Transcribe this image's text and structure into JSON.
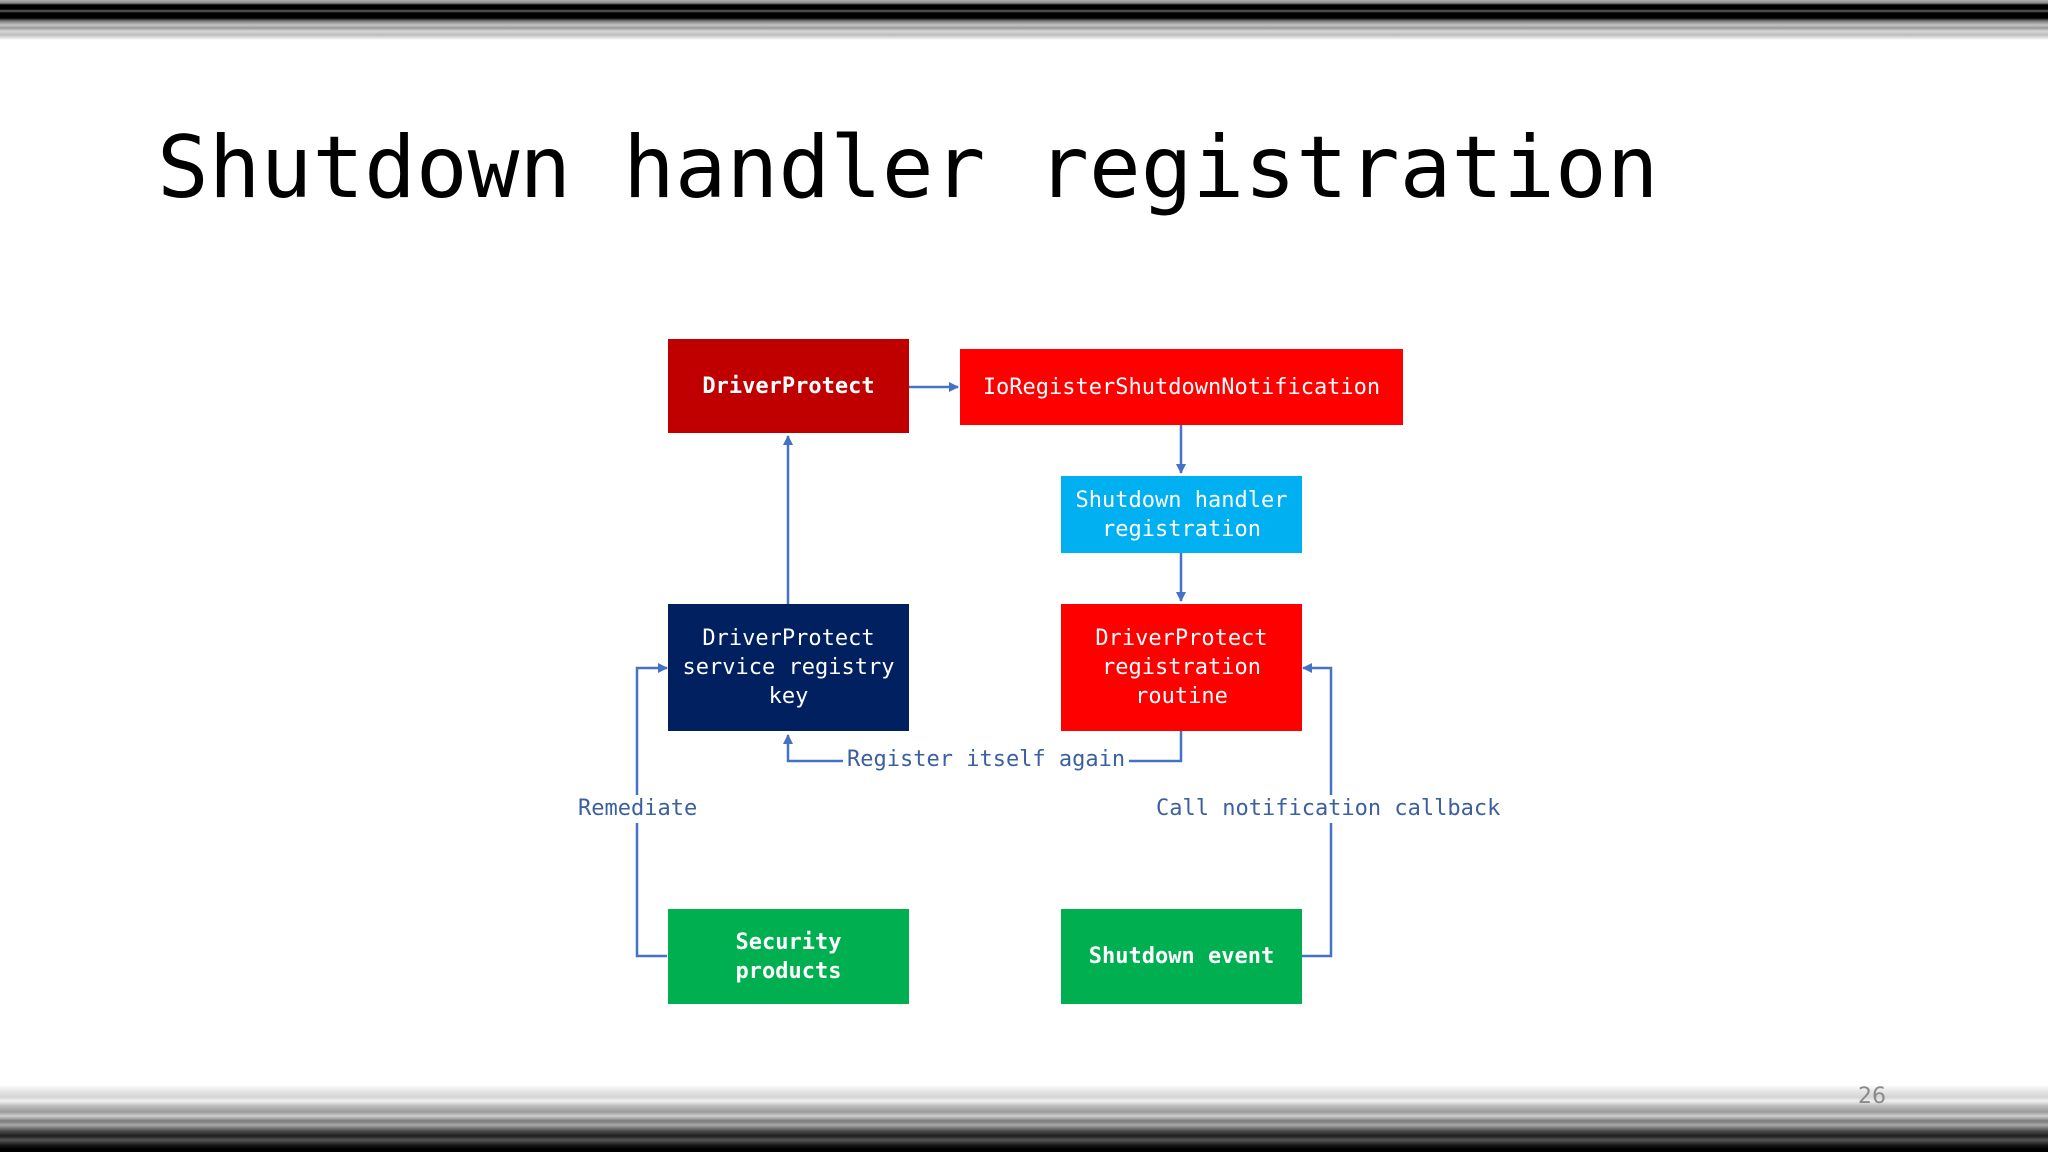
{
  "slide": {
    "title": "Shutdown handler registration",
    "page_number": "26"
  },
  "diagram": {
    "nodes": {
      "driver_protect": {
        "label": "DriverProtect",
        "color": "#c00000"
      },
      "io_register": {
        "label": "IoRegisterShutdownNotification",
        "color": "#ff0000"
      },
      "shutdown_handler": {
        "label": "Shutdown handler\nregistration",
        "color": "#00b0f0"
      },
      "registration_routine": {
        "label": "DriverProtect\nregistration\nroutine",
        "color": "#ff0000"
      },
      "service_registry_key": {
        "label": "DriverProtect\nservice registry\nkey",
        "color": "#002060"
      },
      "security_products": {
        "label": "Security\nproducts",
        "color": "#00b050"
      },
      "shutdown_event": {
        "label": "Shutdown event",
        "color": "#00b050"
      }
    },
    "edge_labels": {
      "register_again": "Register itself again",
      "remediate": "Remediate",
      "call_callback": "Call notification callback"
    },
    "connector_color": "#4472c4",
    "label_color": "#3c5fa0"
  }
}
